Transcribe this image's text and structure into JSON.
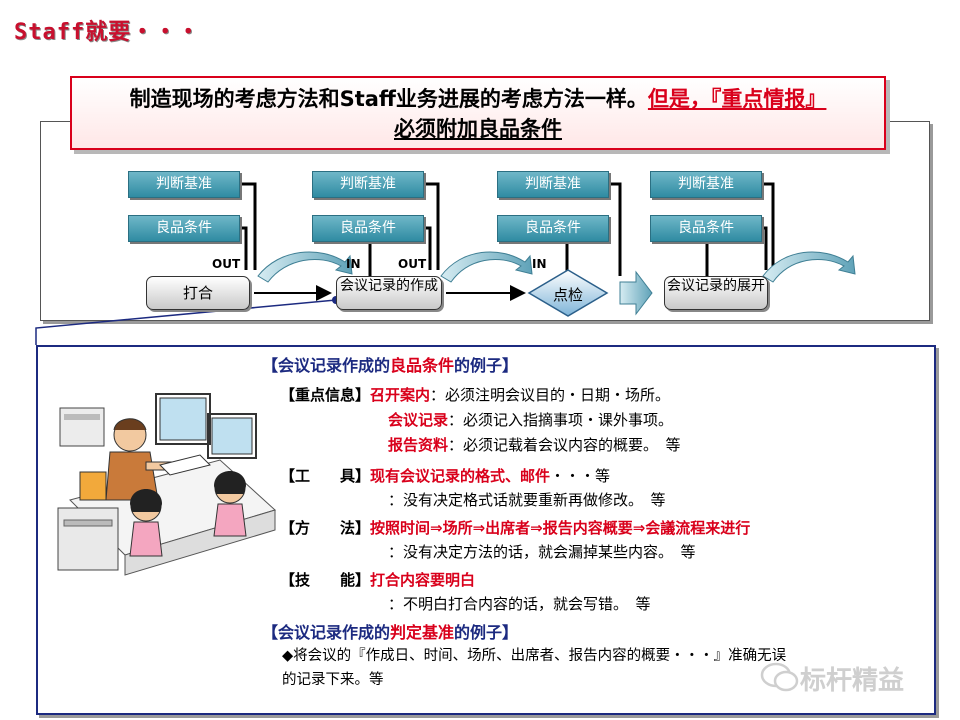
{
  "heading": "Staff就要・・・",
  "callout": {
    "part1": "制造现场的考虑方法和Staff业务进展的考虑方法一样。",
    "part2": "但是，『重点情报』",
    "part3": " 必须附加良品条件"
  },
  "flow": {
    "labels": {
      "criteria": "判断基准",
      "condition": "良品条件"
    },
    "steps": {
      "meeting": "打合",
      "minutes_make": "会议记录的作成",
      "check": "点检",
      "minutes_expand": "会议记录的展开"
    },
    "io": {
      "out": "OUT",
      "in": "IN"
    }
  },
  "section1": {
    "title_pre": "【会议记录作成的",
    "title_red": "良品条件",
    "title_post": "的例子】",
    "rows": [
      {
        "label": "【重点信息】",
        "red": "召开案内",
        "text": "：必须注明会议目的・日期・场所。"
      },
      {
        "label": "",
        "red": "会议记录",
        "text": "：必须记入指摘事项・课外事项。"
      },
      {
        "label": "",
        "red": "报告资料",
        "text": "：必须记载着会议内容的概要。　等"
      },
      {
        "label": "【工　　具】",
        "red": "现有会议记录的格式、邮件",
        "text": "・・・等"
      },
      {
        "label": "",
        "red": "",
        "text": "：没有决定格式话就要重新再做修改。　等"
      },
      {
        "label": "【方　　法】",
        "red": "按照时间⇒场所⇒出席者⇒报告内容概要⇒会議流程来进行",
        "text": ""
      },
      {
        "label": "",
        "red": "",
        "text": "：没有决定方法的话，就会漏掉某些内容。　等"
      },
      {
        "label": "【技　　能】",
        "red": "打合内容要明白",
        "text": ""
      },
      {
        "label": "",
        "red": "",
        "text": "：不明白打合内容的话，就会写错。　等"
      }
    ]
  },
  "section2": {
    "title_pre": "【会议记录作成的",
    "title_red": "判定基准",
    "title_post": "的例子】",
    "line1": "◆将会议的『作成日、时间、场所、出席者、报告内容的概要・・・』准确无误",
    "line2": "的记录下来。等"
  },
  "watermark": "标杆精益"
}
